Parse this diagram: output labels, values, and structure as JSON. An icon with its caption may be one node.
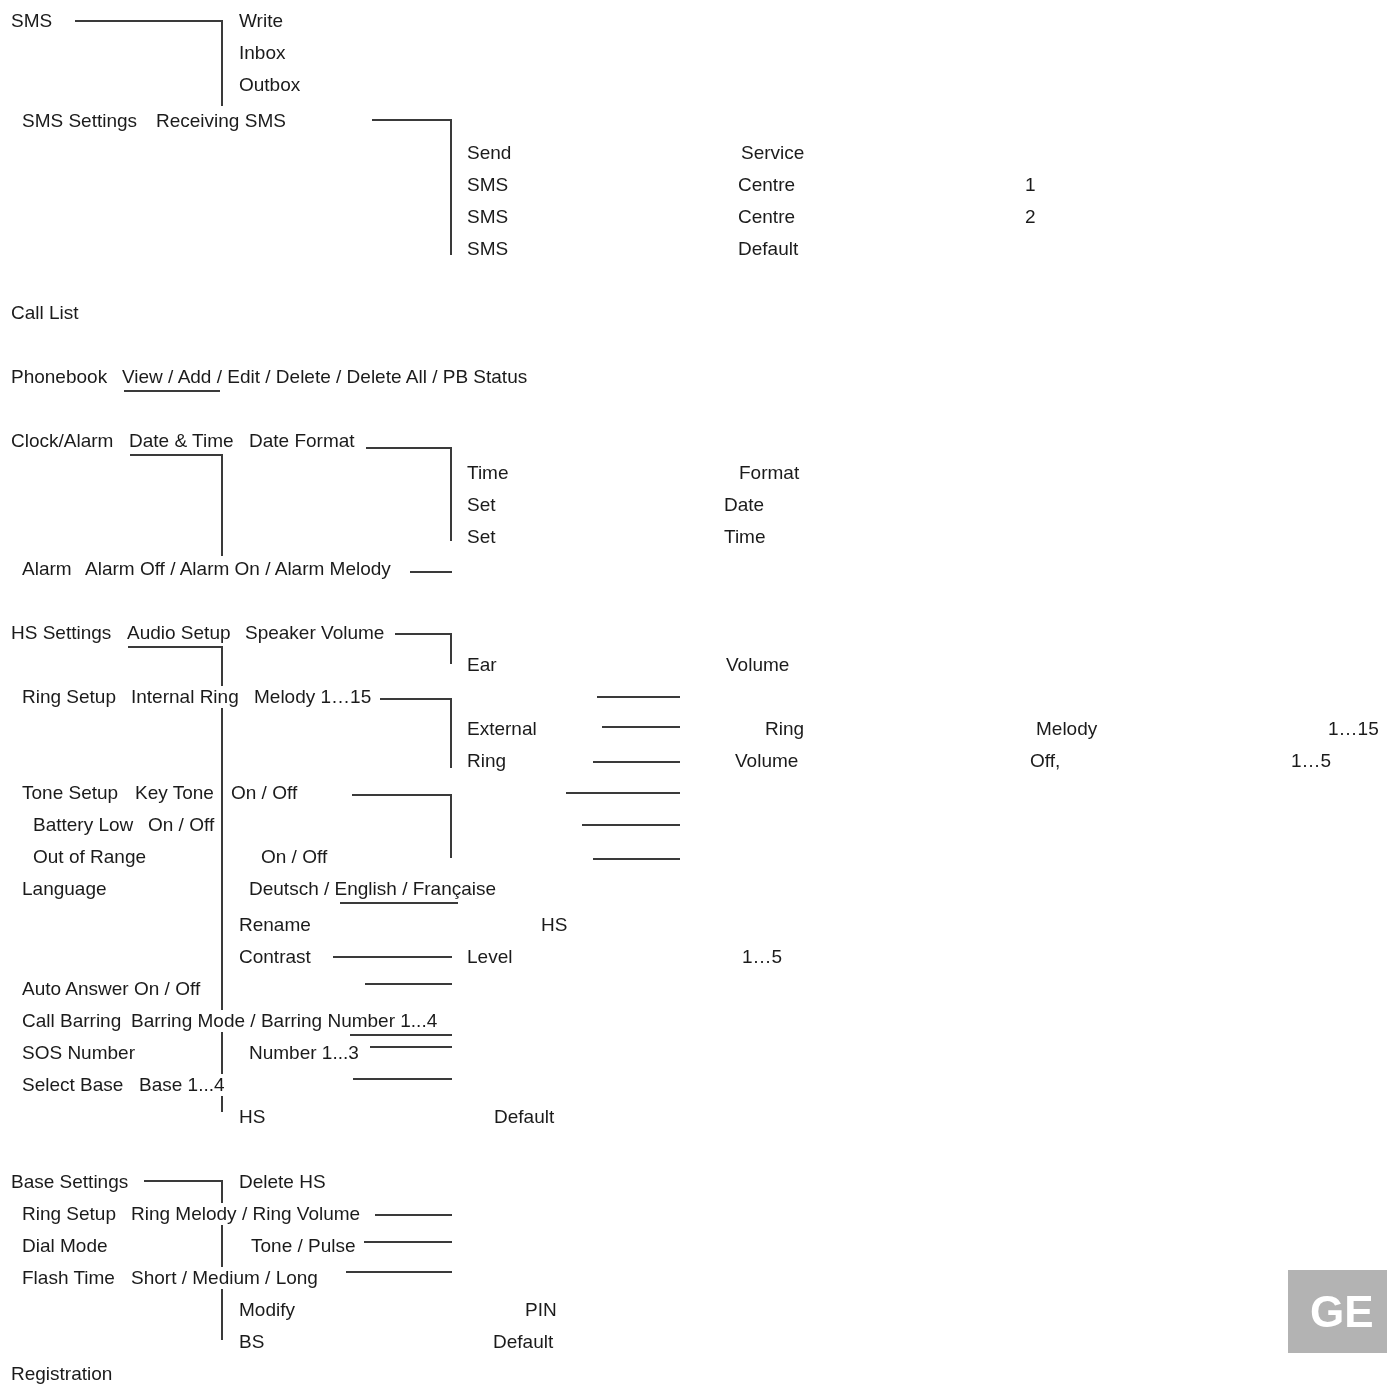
{
  "diagram": {
    "nodes": [
      {
        "text": [
          "GE"
        ]
      }
    ],
    "labels": [
      "SMS",
      "Write",
      "Inbox",
      "Outbox",
      "SMS Settings",
      "Receiving SMS",
      "Send",
      "Service",
      "SMS",
      "Centre",
      "1",
      "SMS",
      "Centre",
      "2",
      "SMS",
      "Default",
      "Call List",
      "Phonebook",
      "View / Add / Edit / Delete / Delete All / PB Status",
      "Clock/Alarm",
      "Date & Time",
      "Date Format",
      "Time",
      "Format",
      "Set",
      "Date",
      "Set",
      "Time",
      "Alarm",
      "Alarm Off / Alarm On / Alarm Melody",
      "HS Settings",
      "Audio Setup",
      "Speaker Volume",
      "Ear",
      "Volume",
      "Ring Setup",
      "Internal Ring",
      "Melody 1…15",
      "External",
      "Ring",
      "Melody",
      "1…15",
      "Ring",
      "Volume",
      "Off,",
      "1…5",
      "Tone Setup",
      "Key Tone",
      "On / Off",
      "Battery Low",
      "On / Off",
      "Out of Range",
      "On / Off",
      "Language",
      "Deutsch / English / Française",
      "Rename",
      "HS",
      "Contrast",
      "Level",
      "1…5",
      "Auto Answer",
      "On / Off",
      "Call Barring",
      "Barring Mode / Barring Number 1...4",
      "SOS Number",
      "Number 1...3",
      "Select Base",
      "Base 1...4",
      "HS",
      "Default",
      "Base Settings",
      "Delete HS",
      "Ring Setup",
      "Ring Melody / Ring Volume",
      "Dial Mode",
      "Tone / Pulse",
      "Flash Time",
      "Short / Medium / Long",
      "Modify",
      "PIN",
      "BS",
      "Default",
      "Registration"
    ]
  }
}
